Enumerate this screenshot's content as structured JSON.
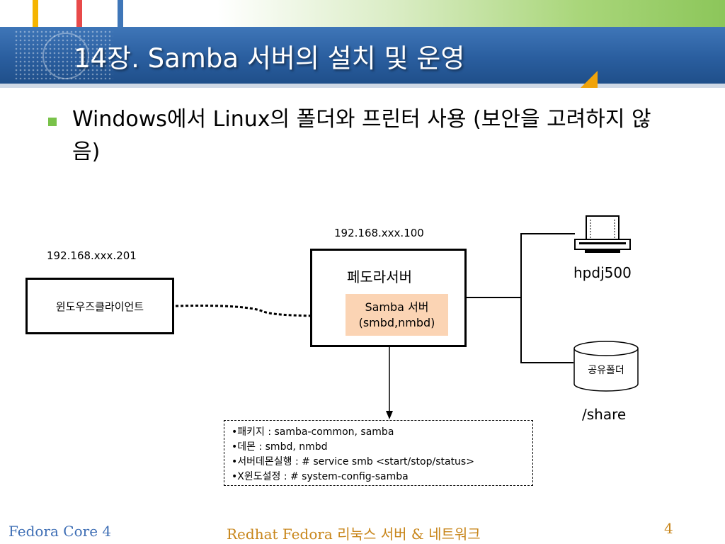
{
  "slide": {
    "title": "14장. Samba 서버의 설치 및 운영",
    "bullet_main": "Windows에서 Linux의 폴더와 프린터 사용",
    "bullet_paren": "(보안을 고려하지 않음)"
  },
  "diagram": {
    "client_ip": "192.168.xxx.201",
    "client_label": "윈도우즈클라이언트",
    "server_ip": "192.168.xxx.100",
    "server_label": "페도라서버",
    "samba_line1": "Samba 서버",
    "samba_line2": "(smbd,nmbd)",
    "printer_label": "hpdj500",
    "share_cylinder_label": "공유폴더",
    "share_path": "/share",
    "info_lines": [
      "•패키지 : samba-common, samba",
      "•데몬 : smbd, nmbd",
      "•서버데몬실행 : # service smb <start/stop/status>",
      "•X윈도설정 : # system-config-samba"
    ]
  },
  "footer": {
    "left": "Fedora Core 4",
    "center": "Redhat Fedora 리눅스 서버 & 네트워크",
    "page": "4"
  },
  "colors": {
    "title_bar": "#2a5e9f",
    "bullet": "#79c24a",
    "samba_fill": "#fbd4b4",
    "footer_left": "#3f6fb5",
    "footer_center": "#c8861b"
  }
}
